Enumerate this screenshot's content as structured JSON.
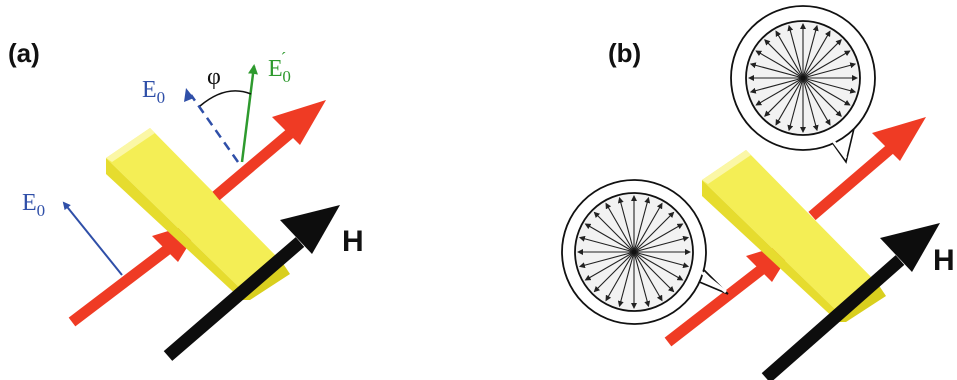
{
  "panel_a": {
    "label": "(a)",
    "e0_input_label": "E",
    "e0_input_sub": "0",
    "e0_dashed_label": "E",
    "e0_dashed_sub": "0",
    "e0_rotated_label": "E",
    "e0_rotated_prime": "´",
    "e0_rotated_sub": "0",
    "angle_label": "φ",
    "field_label": "H"
  },
  "panel_b": {
    "label": "(b)",
    "field_label": "H"
  },
  "colors": {
    "beam": "#ef3b24",
    "field_arrow": "#0d0d0d",
    "crystal_top": "#fbf7a6",
    "crystal_face": "#f4ee55",
    "crystal_side": "#e6dc2e",
    "polarization_blue": "#2f4fa8",
    "polarization_green": "#2e9a2e",
    "bubble_fill": "#f2f2f2"
  },
  "icons": [
    "beam-arrow",
    "magnetic-field-arrow",
    "crystal-slab",
    "polarization-bubble"
  ]
}
